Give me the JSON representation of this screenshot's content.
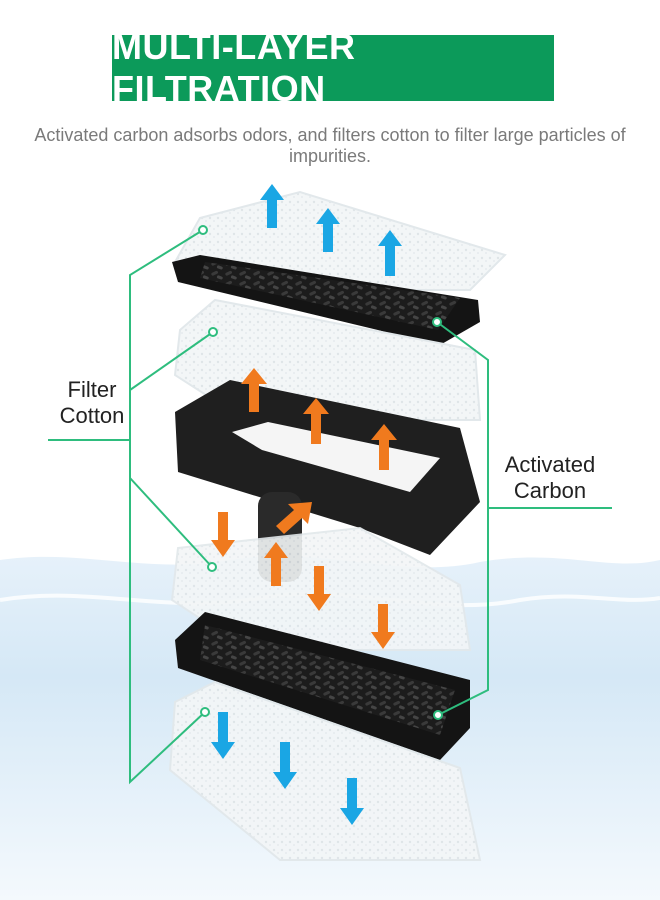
{
  "title": "MULTI-LAYER FILTRATION",
  "subtitle": "Activated carbon adsorbs odors, and filters cotton to filter large particles of impurities.",
  "labels": {
    "filter_cotton": [
      "Filter",
      "Cotton"
    ],
    "activated_carbon": [
      "Activated",
      "Carbon"
    ]
  },
  "colors": {
    "accent_green": "#0c9a5a",
    "line_green": "#2ebd7e",
    "arrow_blue": "#1aa6e4",
    "arrow_orange": "#f07a1e",
    "water_blue": "#cfe6f7"
  },
  "icons": [
    "arrow-up-blue",
    "arrow-up-orange",
    "arrow-down-orange",
    "arrow-down-blue"
  ]
}
